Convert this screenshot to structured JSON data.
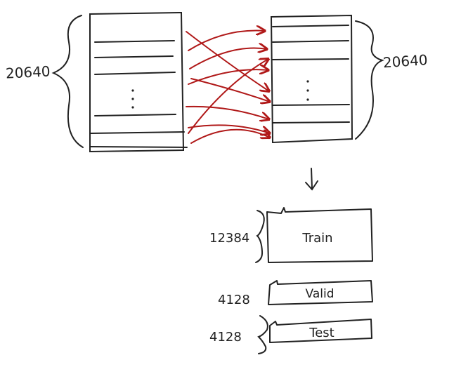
{
  "labels": {
    "left_count": "20640",
    "right_count": "20640",
    "train_count": "12384",
    "valid_count": "4128",
    "test_count": "4128"
  },
  "splits": {
    "train": "Train",
    "valid": "Valid",
    "test": "Test"
  },
  "colors": {
    "ink": "#222222",
    "shuffle_arrows": "#b01818"
  }
}
